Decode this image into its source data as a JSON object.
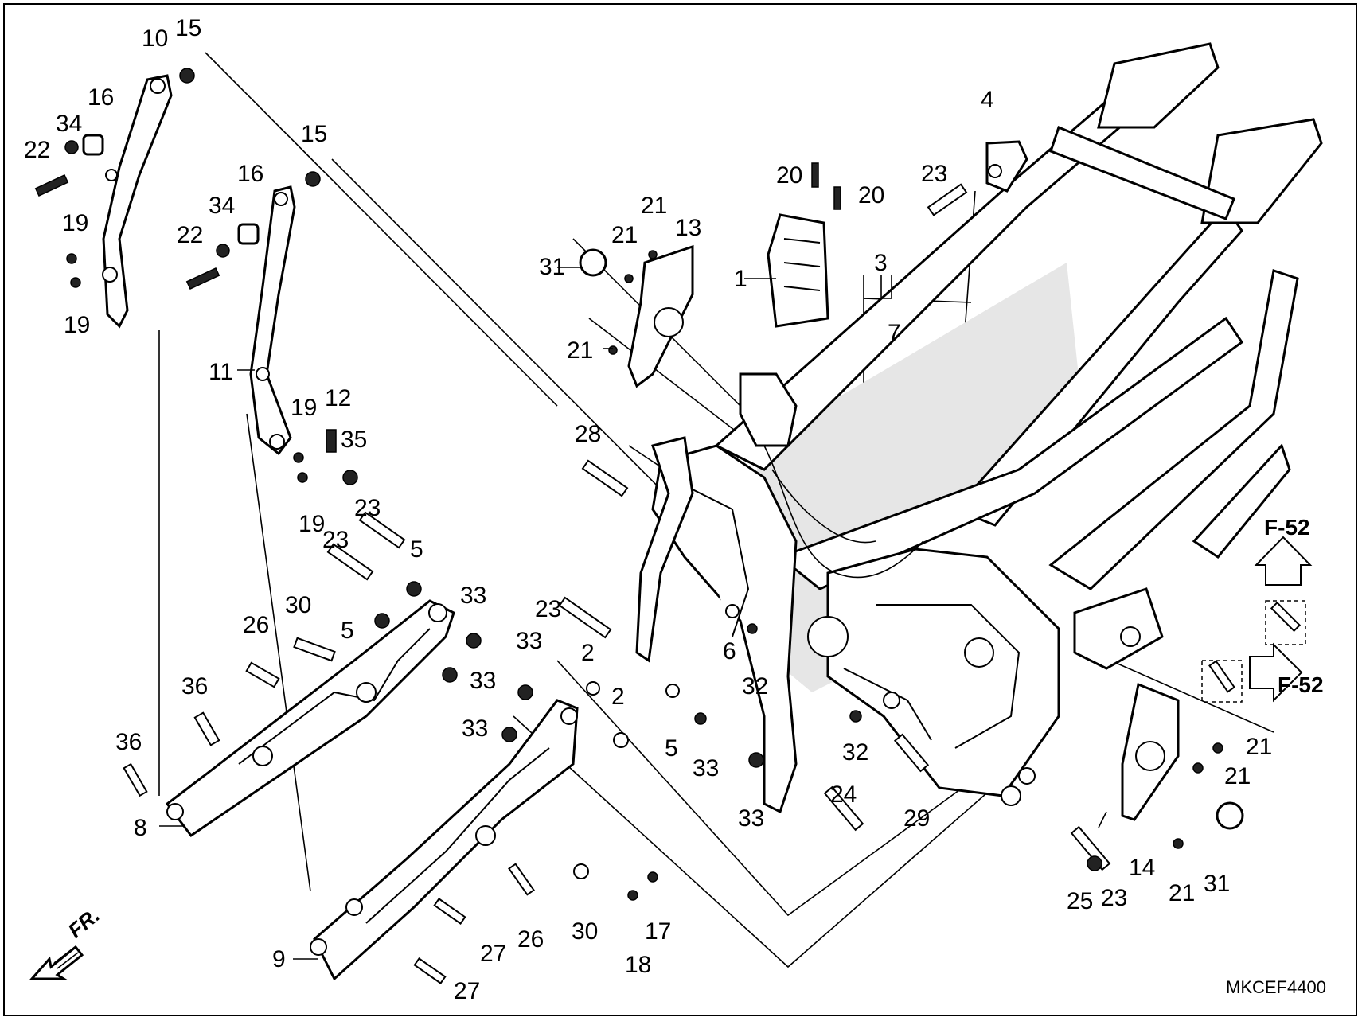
{
  "diagram": {
    "code": "MKCEF4400",
    "front_marker": "FR.",
    "references": [
      "F-52",
      "F-52"
    ]
  },
  "callouts": [
    "10",
    "15",
    "16",
    "34",
    "22",
    "19",
    "19",
    "15",
    "16",
    "34",
    "22",
    "11",
    "19",
    "12",
    "35",
    "19",
    "23",
    "23",
    "5",
    "5",
    "33",
    "33",
    "30",
    "26",
    "36",
    "36",
    "8",
    "9",
    "26",
    "30",
    "17",
    "18",
    "27",
    "27",
    "31",
    "21",
    "21",
    "13",
    "21",
    "28",
    "23",
    "33",
    "2",
    "2",
    "33",
    "5",
    "33",
    "6",
    "32",
    "33",
    "20",
    "20",
    "1",
    "3",
    "7",
    "4",
    "23",
    "32",
    "24",
    "29",
    "25",
    "23",
    "14",
    "21",
    "31",
    "21",
    "21"
  ]
}
